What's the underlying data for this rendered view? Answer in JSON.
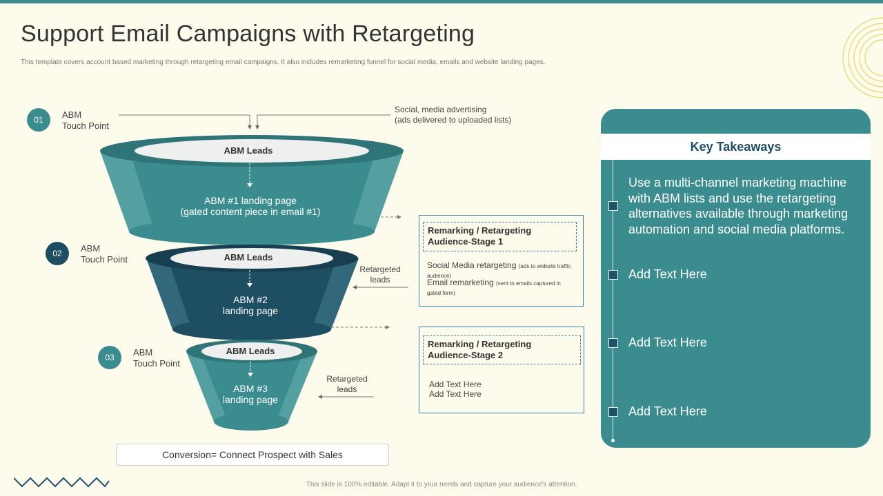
{
  "title": "Support Email Campaigns with Retargeting",
  "subtitle": "This template covers account based marketing through retargeting email campaigns. It also includes remarketing funnel for social media, emails and website landing pages.",
  "colors": {
    "teal": "#3a8c8e",
    "dark_teal": "#1d4e62",
    "navy": "#1d4e6b",
    "background": "#fdfbec",
    "accent_gold": "#e8dc80"
  },
  "steps": [
    {
      "num": "01",
      "label_line1": "ABM",
      "label_line2": "Touch Point"
    },
    {
      "num": "02",
      "label_line1": "ABM",
      "label_line2": "Touch Point"
    },
    {
      "num": "03",
      "label_line1": "ABM",
      "label_line2": "Touch Point"
    }
  ],
  "social_note": {
    "line1": "Social, media advertising",
    "line2": "(ads delivered to uploaded lists)"
  },
  "funnel": [
    {
      "leads": "ABM Leads",
      "page_line1": "ABM #1 landing page",
      "page_line2": "(gated content piece in email #1)"
    },
    {
      "leads": "ABM Leads",
      "page_line1": "ABM #2",
      "page_line2": "landing page"
    },
    {
      "leads": "ABM Leads",
      "page_line1": "ABM #3",
      "page_line2": "landing page"
    }
  ],
  "retargeted": [
    {
      "line1": "Retargeted",
      "line2": "leads"
    },
    {
      "line1": "Retargeted",
      "line2": "leads"
    }
  ],
  "stage1": {
    "title_line1": "Remarking / Retargeting",
    "title_line2": "Audience-Stage 1",
    "item1": "Social Media retargeting",
    "item1_note": "(ads to website traffic audience)",
    "item2": "Email remarketing",
    "item2_note": "(sent to emails captured in gated form)"
  },
  "stage2": {
    "title_line1": "Remarking / Retargeting",
    "title_line2": "Audience-Stage 2",
    "item1": "Add Text Here",
    "item2": "Add Text Here"
  },
  "conversion": "Conversion= Connect Prospect with Sales",
  "takeaways": {
    "heading": "Key Takeaways",
    "items": [
      "Use a multi-channel marketing machine with ABM lists and use the retargeting alternatives available through marketing automation and social media platforms.",
      "Add Text Here",
      "Add Text Here",
      "Add Text Here"
    ]
  },
  "footer": "This slide is 100% editable. Adapt it to your needs and capture your audience's attention."
}
